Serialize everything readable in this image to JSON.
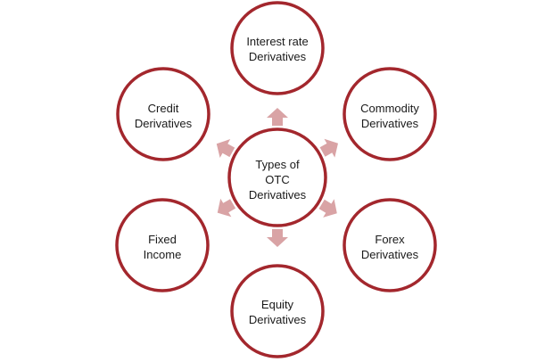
{
  "center": {
    "lines": [
      "Types of",
      "OTC",
      "Derivatives"
    ]
  },
  "nodes": [
    {
      "id": "interest-rate",
      "lines": [
        "Interest rate",
        "Derivatives"
      ]
    },
    {
      "id": "commodity",
      "lines": [
        "Commodity",
        "Derivatives"
      ]
    },
    {
      "id": "forex",
      "lines": [
        "Forex",
        "Derivatives"
      ]
    },
    {
      "id": "equity",
      "lines": [
        "Equity",
        "Derivatives"
      ]
    },
    {
      "id": "fixed-income",
      "lines": [
        "Fixed",
        "Income"
      ]
    },
    {
      "id": "credit",
      "lines": [
        "Credit",
        "Derivatives"
      ]
    }
  ],
  "colors": {
    "ring": "#a3272d",
    "arrow": "#d9a3a5"
  }
}
